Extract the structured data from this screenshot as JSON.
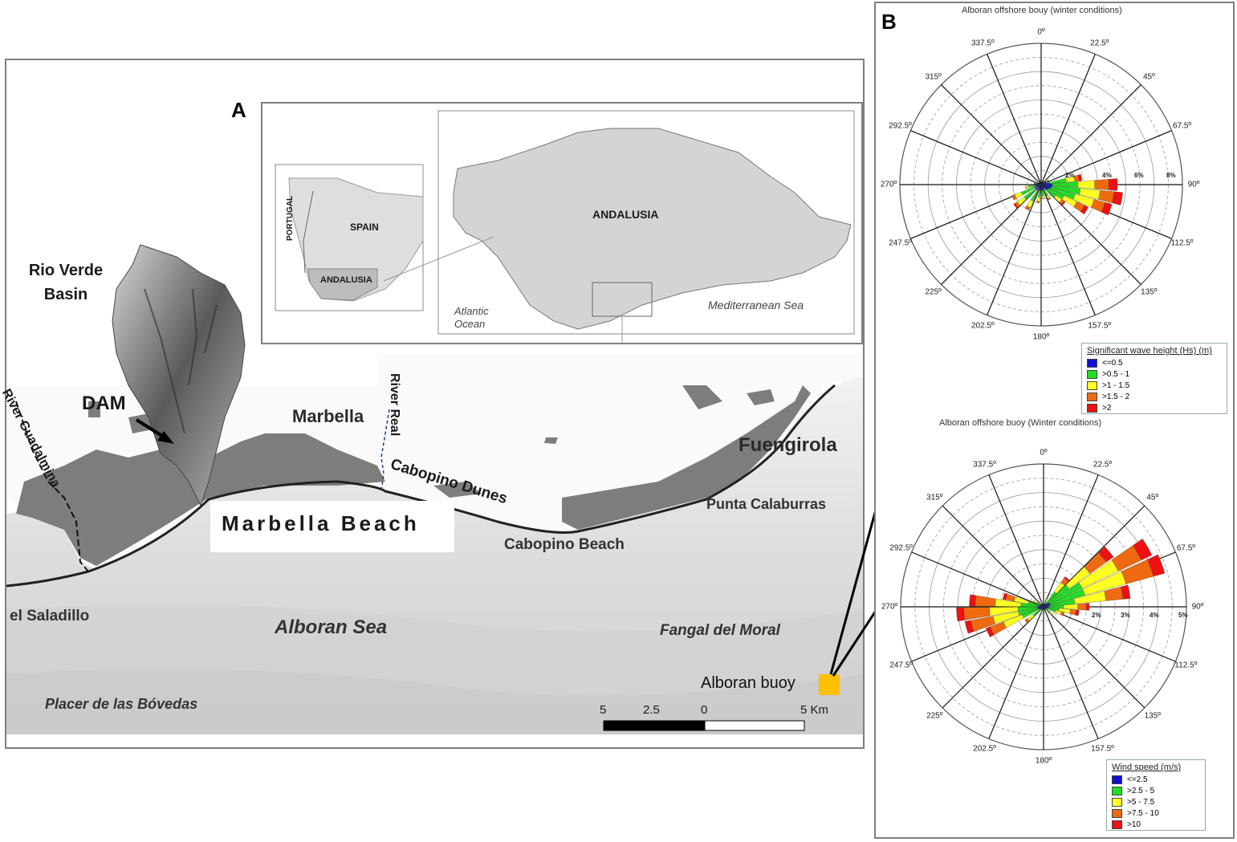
{
  "panel_a": {
    "letter": "A",
    "inset": {
      "portugal": "PORTUGAL",
      "spain": "SPAIN",
      "andalusia_small": "ANDALUSIA",
      "andalusia_big": "ANDALUSIA",
      "atlantic": "Atlantic Ocean",
      "mediterranean": "Mediterranean Sea"
    },
    "labels": {
      "rio_verde": "Rio Verde Basin",
      "dam": "DAM",
      "river_guadalmina": "River Guadalmina",
      "marbella": "Marbella",
      "river_real": "River Real",
      "cabopino_dunes": "Cabopino Dunes",
      "fuengirola": "Fuengirola",
      "punta_calaburras": "Punta Calaburras",
      "marbella_beach": "Marbella Beach",
      "cabopino_beach": "Cabopino Beach",
      "el_saladillo": "el Saladillo",
      "alboran_sea": "Alboran Sea",
      "fangal": "Fangal del Moral",
      "alboran_buoy": "Alboran buoy",
      "placer": "Placer de las Bóvedas"
    },
    "scale": {
      "ticks": [
        "5",
        "2.5",
        "0",
        "5 Km"
      ]
    },
    "colors": {
      "buoy": "#ffc000",
      "land": "#7a7a7a",
      "sea": "#d9d9d9"
    }
  },
  "panel_b": {
    "letter": "B",
    "directions": [
      "0º",
      "22.5º",
      "45º",
      "67.5º",
      "90º",
      "112.5º",
      "135º",
      "157.5º",
      "180º",
      "202.5º",
      "225º",
      "247.5º",
      "270º",
      "292.5º",
      "315º",
      "337.5º"
    ],
    "rose_wave": {
      "title": "Alboran offshore bouy (winter conditions)",
      "legend_title": "Significant wave height (Hs) (m)",
      "legend": [
        "<=0.5",
        ">0.5 - 1",
        ">1 - 1.5",
        ">1.5 - 2",
        ">2"
      ],
      "pct_labels": [
        "2%",
        "4%",
        "6%",
        "8%"
      ]
    },
    "rose_wind": {
      "title": "Alboran offshore buoy (Winter conditions)",
      "legend_title": "Wind speed (m/s)",
      "legend": [
        "<=2.5",
        ">2.5 - 5",
        ">5 - 7.5",
        ">7.5 - 10",
        ">10"
      ],
      "pct_labels": [
        "2%",
        "3%",
        "4%",
        "5%"
      ]
    },
    "class_colors": [
      "#1010d0",
      "#22dd22",
      "#ffff22",
      "#ee6a10",
      "#ee1111"
    ]
  }
}
